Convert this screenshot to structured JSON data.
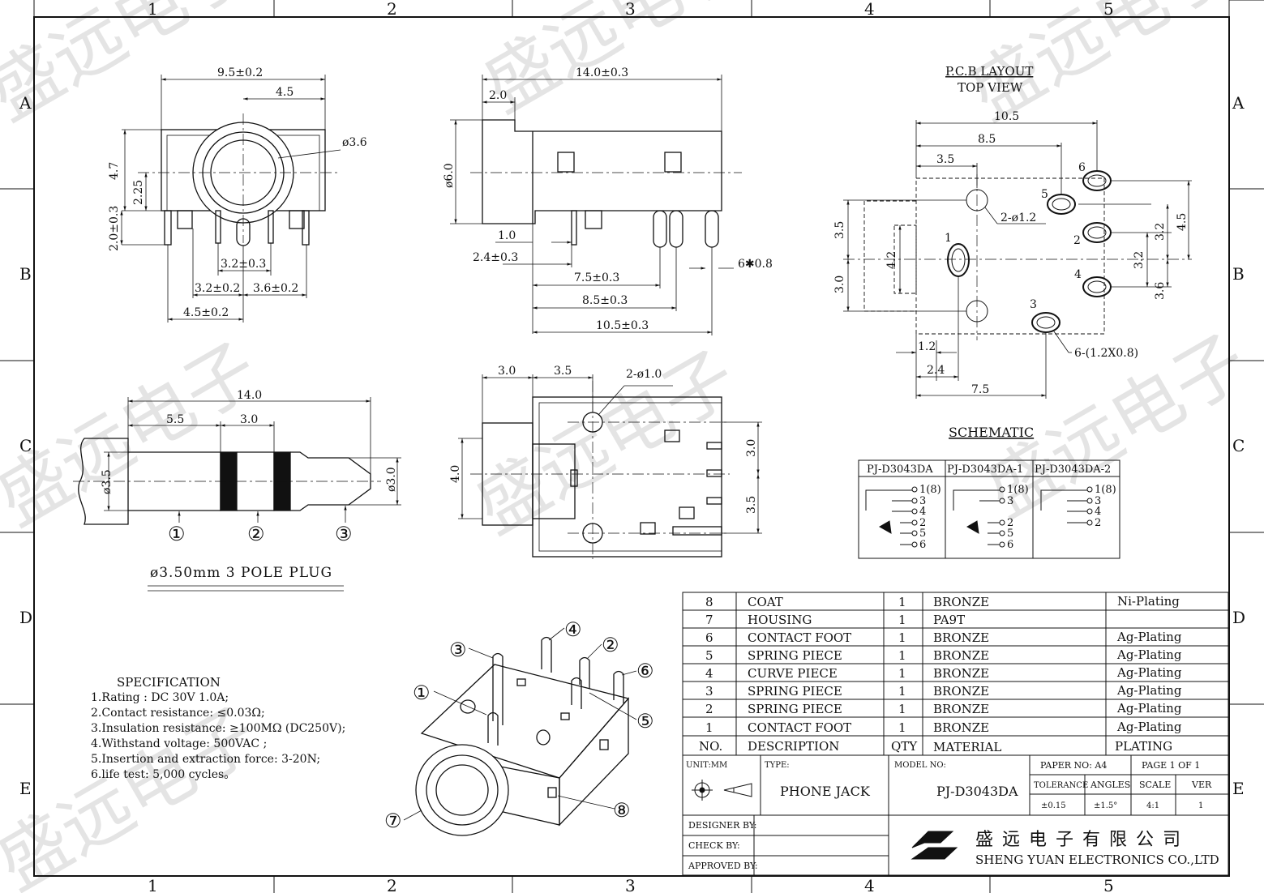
{
  "frame": {
    "columns": [
      "1",
      "2",
      "3",
      "4",
      "5"
    ],
    "rows": [
      "A",
      "B",
      "C",
      "D",
      "E"
    ]
  },
  "watermark": "盛远电子",
  "front_view": {
    "dims": {
      "w": "9.5±0.2",
      "half": "4.5",
      "dia": "ø3.6",
      "h1": "4.7",
      "h2": "2.25",
      "pin_len": "2.0±0.3",
      "p1": "3.2±0.3",
      "p2": "3.2±0.2",
      "p3": "3.6±0.2",
      "p4": "4.5±0.2"
    }
  },
  "side_view": {
    "dims": {
      "len": "14.0±0.3",
      "lip": "2.0",
      "dia": "ø6.0",
      "d1": "1.0",
      "d2": "2.4±0.3",
      "d3": "7.5±0.3",
      "d4": "8.5±0.3",
      "d5": "10.5±0.3",
      "pin": "6✱0.8"
    }
  },
  "pcb_layout": {
    "title": "P.C.B LAYOUT",
    "subtitle": "TOP VIEW",
    "dims": {
      "w1": "10.5",
      "w2": "8.5",
      "w3": "3.5",
      "holes": "2-ø1.2",
      "slots": "6-(1.2X0.8)",
      "h1": "3.5",
      "h2": "3.0",
      "h3": "4.2",
      "r1": "3.2",
      "r2": "4.5",
      "r3": "3.2",
      "r4": "3.6",
      "b1": "1.2",
      "b2": "2.4",
      "b3": "7.5"
    },
    "pins": [
      "1",
      "2",
      "3",
      "4",
      "5",
      "6"
    ]
  },
  "plug": {
    "dims": {
      "len": "14.0",
      "a": "5.5",
      "b": "3.0",
      "d1": "ø3.5",
      "d2": "ø3.0"
    },
    "labels": [
      "①",
      "②",
      "③"
    ],
    "caption": "ø3.50mm 3 POLE PLUG"
  },
  "bottom_view": {
    "dims": {
      "a": "3.0",
      "b": "3.5",
      "holes": "2-ø1.0",
      "h": "4.0",
      "r1": "3.0",
      "r2": "3.5"
    }
  },
  "schematic": {
    "title": "SCHEMATIC",
    "models": [
      {
        "name": "PJ-D3043DA",
        "pins": [
          "1(8)",
          "3",
          "4",
          "2",
          "5",
          "6"
        ]
      },
      {
        "name": "PJ-D3043DA-1",
        "pins": [
          "1(8)",
          "3",
          "2",
          "5",
          "6"
        ]
      },
      {
        "name": "PJ-D3043DA-2",
        "pins": [
          "1(8)",
          "3",
          "4",
          "2"
        ]
      }
    ]
  },
  "iso_view": {
    "callouts": [
      "①",
      "②",
      "③",
      "④",
      "⑤",
      "⑥",
      "⑦",
      "⑧"
    ]
  },
  "specification": {
    "title": "SPECIFICATION",
    "lines": [
      "1.Rating : DC 30V 1.0A;",
      "2.Contact resistance: ≤0.03Ω;",
      "3.Insulation resistance: ≥100MΩ (DC250V);",
      "4.Withstand voltage: 500VAC ;",
      "5.Insertion and extraction force: 3-20N;",
      "6.life test: 5,000 cycles。"
    ]
  },
  "bom": {
    "rows": [
      {
        "no": "8",
        "desc": "COAT",
        "qty": "1",
        "mat": "BRONZE",
        "finish": "Ni-Plating"
      },
      {
        "no": "7",
        "desc": "HOUSING",
        "qty": "1",
        "mat": "PA9T",
        "finish": ""
      },
      {
        "no": "6",
        "desc": "CONTACT FOOT",
        "qty": "1",
        "mat": "BRONZE",
        "finish": "Ag-Plating"
      },
      {
        "no": "5",
        "desc": "SPRING PIECE",
        "qty": "1",
        "mat": "BRONZE",
        "finish": "Ag-Plating"
      },
      {
        "no": "4",
        "desc": "CURVE PIECE",
        "qty": "1",
        "mat": "BRONZE",
        "finish": "Ag-Plating"
      },
      {
        "no": "3",
        "desc": "SPRING PIECE",
        "qty": "1",
        "mat": "BRONZE",
        "finish": "Ag-Plating"
      },
      {
        "no": "2",
        "desc": "SPRING PIECE",
        "qty": "1",
        "mat": "BRONZE",
        "finish": "Ag-Plating"
      },
      {
        "no": "1",
        "desc": "CONTACT FOOT",
        "qty": "1",
        "mat": "BRONZE",
        "finish": "Ag-Plating"
      }
    ],
    "header": {
      "no": "NO.",
      "desc": "DESCRIPTION",
      "qty": "QTY",
      "mat": "MATERIAL",
      "finish": "PLATING"
    }
  },
  "title_block": {
    "unit_label": "UNIT:MM",
    "type_label": "TYPE:",
    "type_value": "PHONE JACK",
    "model_label": "MODEL NO:",
    "model_value": "PJ-D3043DA",
    "paper_label": "PAPER NO: A4",
    "page_label": "PAGE 1 OF 1",
    "tol_label": "TOLERANCE",
    "tol_value": "±0.15",
    "ang_label": "ANGLES",
    "ang_value": "±1.5°",
    "scale_label": "SCALE",
    "scale_value": "4:1",
    "ver_label": "VER",
    "ver_value": "1",
    "designer_label": "DESIGNER BY:",
    "check_label": "CHECK BY:",
    "approved_label": "APPROVED BY:",
    "company_cn": "盛 远 电 子 有 限 公 司",
    "company_en": "SHENG YUAN ELECTRONICS CO.,LTD"
  }
}
